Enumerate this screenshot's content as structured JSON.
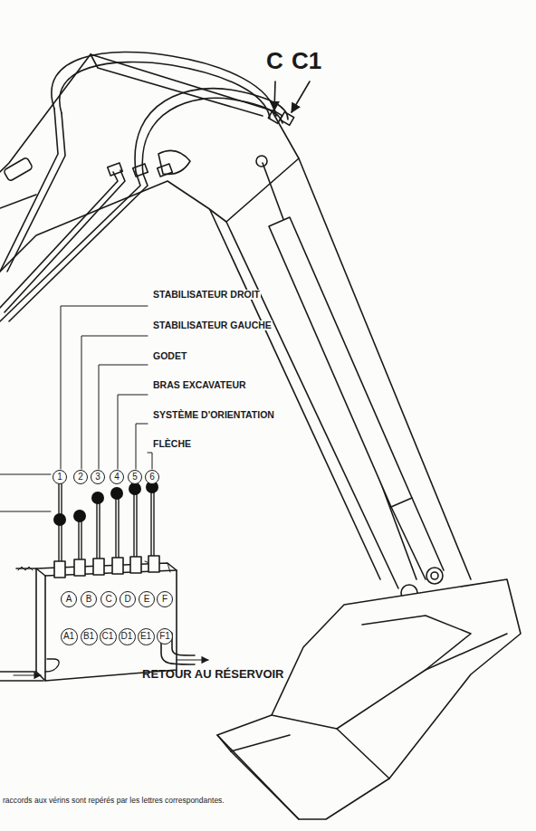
{
  "diagram": {
    "nodes": [
      {
        "text": [
          "1"
        ]
      },
      {
        "text": [
          "2"
        ]
      },
      {
        "text": [
          "3"
        ]
      },
      {
        "text": [
          "4"
        ]
      },
      {
        "text": [
          "5"
        ]
      },
      {
        "text": [
          "6"
        ]
      },
      {
        "text": [
          "A"
        ]
      },
      {
        "text": [
          "B"
        ]
      },
      {
        "text": [
          "C"
        ]
      },
      {
        "text": [
          "D"
        ]
      },
      {
        "text": [
          "E"
        ]
      },
      {
        "text": [
          "F"
        ]
      },
      {
        "text": [
          "A1"
        ]
      },
      {
        "text": [
          "B1"
        ]
      },
      {
        "text": [
          "C1"
        ]
      },
      {
        "text": [
          "D1"
        ]
      },
      {
        "text": [
          "E1"
        ]
      },
      {
        "text": [
          "F1"
        ]
      }
    ],
    "labels": [
      "C",
      "C1",
      "STABILISATEUR DROIT",
      "STABILISATEUR GAUCHE",
      "GODET",
      "BRAS EXCAVATEUR",
      "SYSTÈME D'ORIENTATION",
      "FLÈCHE",
      "RETOUR AU RÉSERVOIR",
      "raccords aux vérins sont repérés par les lettres correspondantes."
    ]
  }
}
